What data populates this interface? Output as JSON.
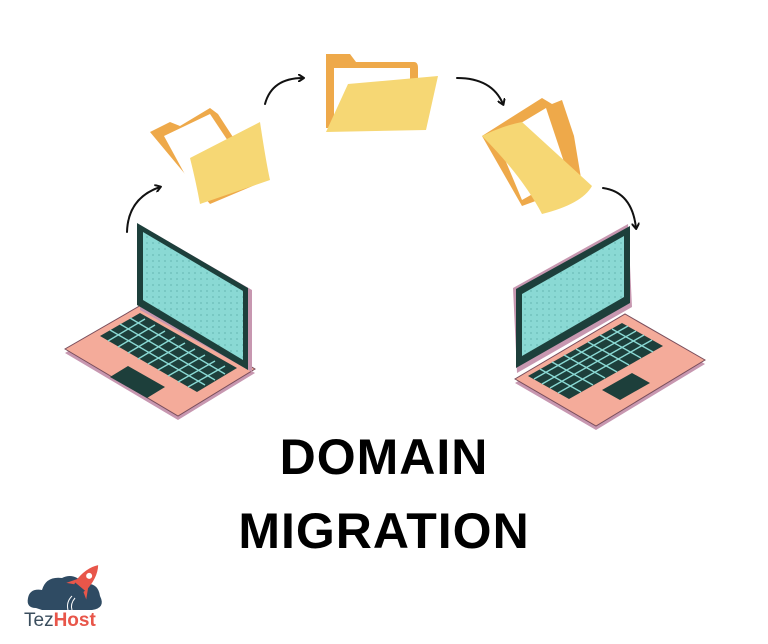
{
  "title": {
    "line1": "DOMAIN",
    "line2": "MIGRATION"
  },
  "logo": {
    "brand_part1": "Tez",
    "brand_part2": "Host",
    "icon": "cloud-rocket-icon"
  },
  "illustration": {
    "source_device": "laptop-icon",
    "destination_device": "laptop-icon",
    "items": [
      "folder-icon",
      "folder-icon",
      "folder-icon"
    ],
    "connectors": [
      "curved-arrow-icon",
      "curved-arrow-icon",
      "curved-arrow-icon",
      "curved-arrow-icon"
    ]
  },
  "colors": {
    "folder_front": "#f6d774",
    "folder_back": "#eea94a",
    "screen": "#8ad9d4",
    "laptop_body": "#f4ab9a",
    "laptop_dark": "#1d3f3b",
    "laptop_edge": "#c797b0",
    "brand_dark": "#2f4b63",
    "brand_accent": "#e8564a"
  }
}
